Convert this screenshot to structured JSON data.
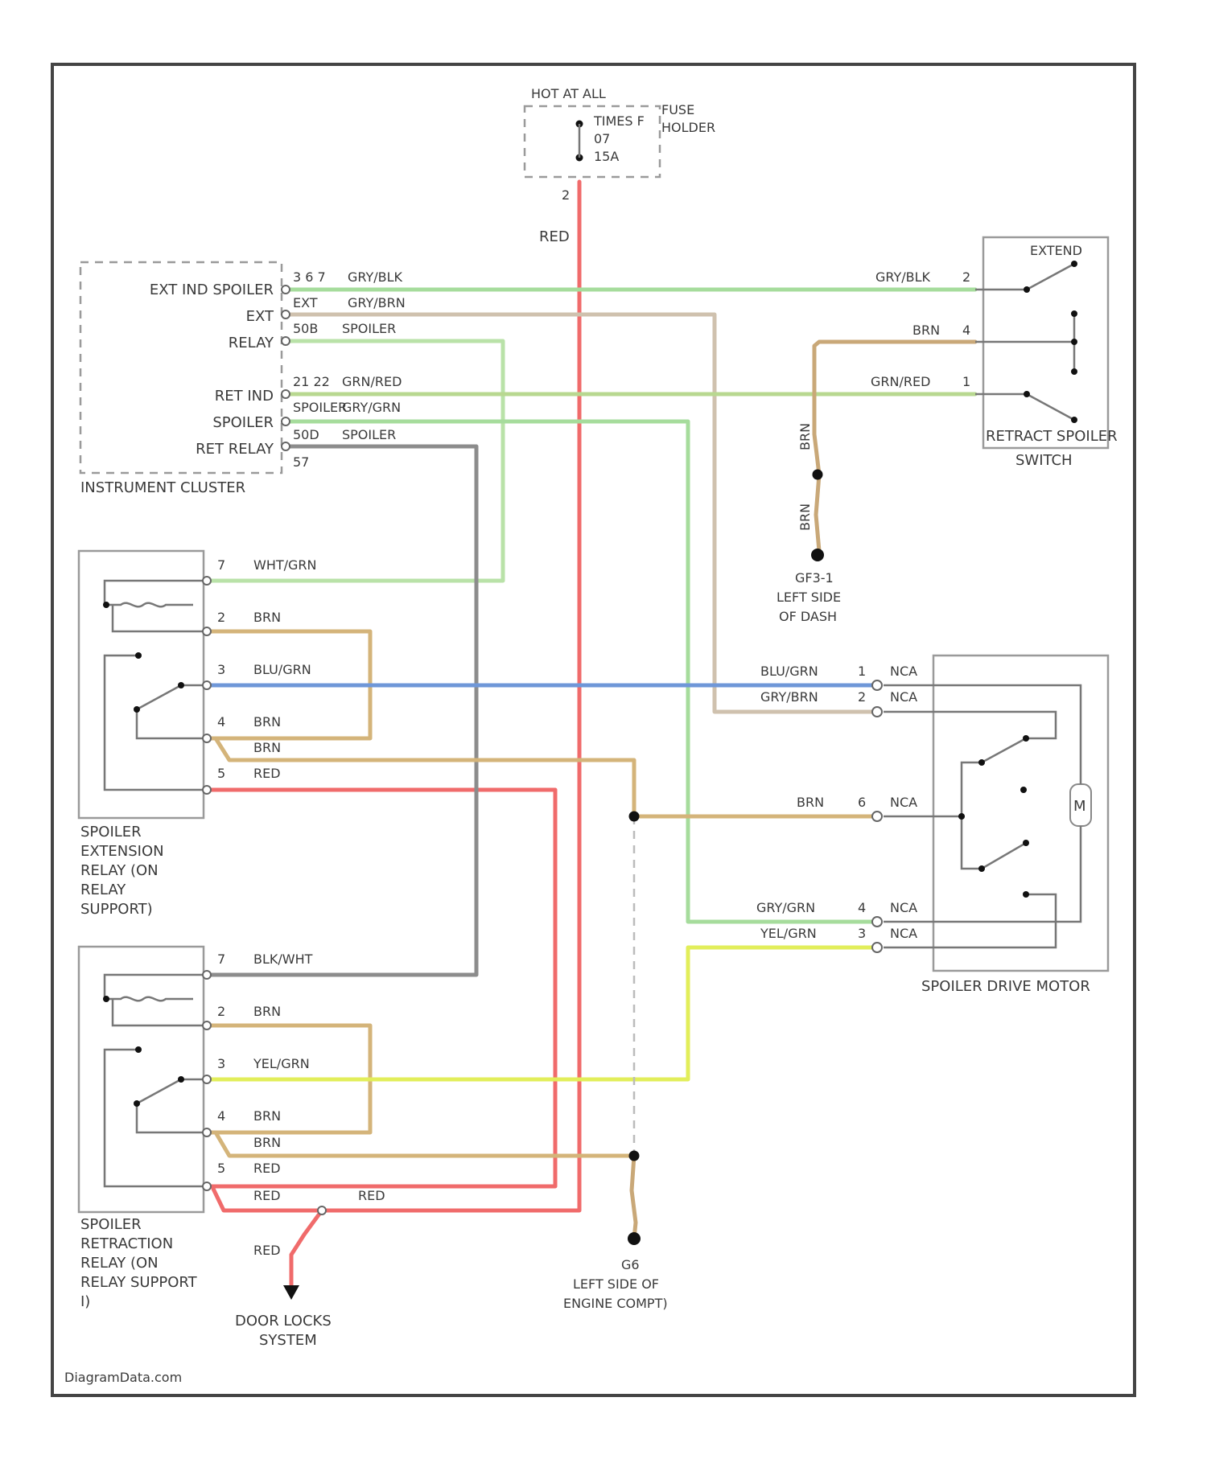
{
  "fuse": {
    "hot_label": "HOT AT ALL",
    "block_label_1": "TIMES F",
    "block_label_2": "07",
    "block_label_3": "15A",
    "holder_label_1": "FUSE",
    "holder_label_2": "HOLDER",
    "pin": "2"
  },
  "cluster": {
    "title": "INSTRUMENT CLUSTER",
    "rows": [
      {
        "name": "EXT IND SPOILER",
        "pin": "3 6 7",
        "wire": "GRY/BLK"
      },
      {
        "name": "EXT",
        "pin": "EXT",
        "wire": "GRY/BRN"
      },
      {
        "name": "RELAY",
        "pin": "50B",
        "wire": "SPOILER"
      },
      {
        "name": "RET IND",
        "pin": "21 22",
        "wire": "GRN/RED"
      },
      {
        "name": "SPOILER",
        "pin": "SPOILER",
        "wire": "GRY/GRN"
      },
      {
        "name": "RET RELAY",
        "pin": "50D",
        "wire": "SPOILER"
      },
      {
        "name": "",
        "pin": "57",
        "wire": ""
      }
    ]
  },
  "switch": {
    "title_1": "RETRACT SPOILER",
    "title_2": "SWITCH",
    "extend_label": "EXTEND",
    "wires": [
      {
        "color_name": "GRY/BLK",
        "pin": "2"
      },
      {
        "color_name": "BRN",
        "pin": "4"
      },
      {
        "color_name": "GRN/RED",
        "pin": "1"
      }
    ]
  },
  "ground_g1": {
    "wire_top": "BRN",
    "wire_bottom": "BRN",
    "line1": "GF3-1",
    "line2": "LEFT SIDE",
    "line3": "OF DASH"
  },
  "ext_relay": {
    "title_lines": [
      "SPOILER",
      "EXTENSION",
      "RELAY (ON",
      "RELAY",
      "SUPPORT)"
    ],
    "pins": [
      {
        "pin": "7",
        "wire": "WHT/GRN"
      },
      {
        "pin": "2",
        "wire": "BRN"
      },
      {
        "pin": "3",
        "wire": "BLU/GRN"
      },
      {
        "pin": "4",
        "wire": "BRN"
      },
      {
        "pin": "",
        "wire": "BRN"
      },
      {
        "pin": "5",
        "wire": "RED"
      }
    ]
  },
  "ret_relay": {
    "title_lines": [
      "SPOILER",
      "RETRACTION",
      "RELAY (ON",
      "RELAY SUPPORT",
      "I)"
    ],
    "pins": [
      {
        "pin": "7",
        "wire": "BLK/WHT"
      },
      {
        "pin": "2",
        "wire": "BRN"
      },
      {
        "pin": "3",
        "wire": "YEL/GRN"
      },
      {
        "pin": "4",
        "wire": "BRN"
      },
      {
        "pin": "",
        "wire": "BRN"
      },
      {
        "pin": "5",
        "wire": "RED"
      },
      {
        "pin": "",
        "wire": "RED"
      }
    ],
    "red_splice_label": "RED"
  },
  "motor": {
    "title": "SPOILER DRIVE MOTOR",
    "motor_symbol": "M",
    "connector": "NCA",
    "wires": [
      {
        "color_name": "BLU/GRN",
        "pin": "1"
      },
      {
        "color_name": "GRY/BRN",
        "pin": "2"
      },
      {
        "color_name": "BRN",
        "pin": "6"
      },
      {
        "color_name": "GRY/GRN",
        "pin": "4"
      },
      {
        "color_name": "YEL/GRN",
        "pin": "3"
      }
    ]
  },
  "ground_g2": {
    "line1": "G6",
    "line2": "LEFT SIDE OF",
    "line3": "ENGINE COMPT)"
  },
  "door_locks": {
    "wire": "RED",
    "line1": "DOOR LOCKS",
    "line2": "SYSTEM"
  },
  "main_red_label": "RED",
  "watermark": "DiagramData.com",
  "colors": {
    "red": "#f06b6b",
    "green_light": "#a6dc9c",
    "green_mid": "#b9e2a8",
    "brown": "#c9a878",
    "blue": "#6f97d8",
    "yellow": "#e2ee5a",
    "gray": "#8c8c8c",
    "tan": "#cfc1ae"
  }
}
